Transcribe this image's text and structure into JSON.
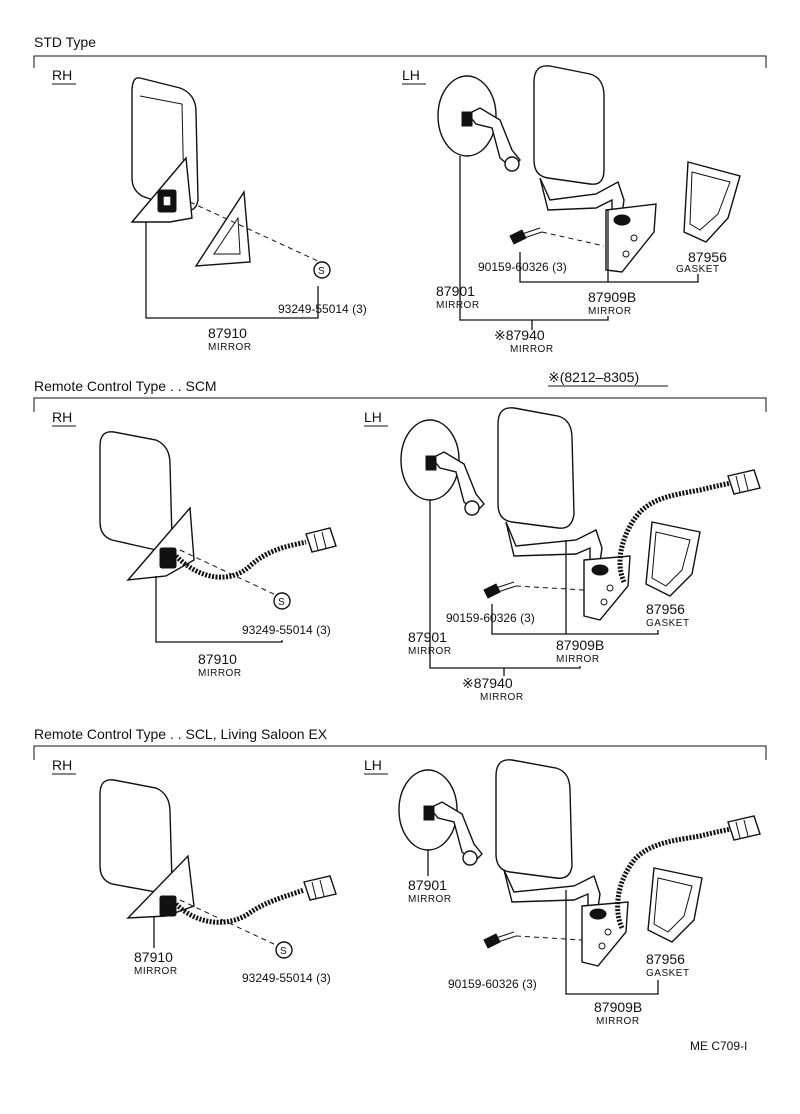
{
  "sections": [
    {
      "title": "STD  Type",
      "rh_label": "RH",
      "lh_label": "LH",
      "rh_mirror_pn": "87910",
      "rh_mirror_name": "MIRROR",
      "rh_screw": "93249-55014 (3)",
      "lh_mirror_pn": "87901",
      "lh_mirror_name": "MIRROR",
      "lh_bolt": "90159-60326 (3)",
      "lh_assy_pn": "87909B",
      "lh_assy_name": "MIRROR",
      "lh_gasket_pn": "87956",
      "lh_gasket_name": "GASKET",
      "lh_total_pn": "※87940",
      "lh_total_name": "MIRROR"
    },
    {
      "title": "Remote Control Type . . SCM",
      "date_range": "※(8212–8305)",
      "rh_label": "RH",
      "lh_label": "LH",
      "rh_mirror_pn": "87910",
      "rh_mirror_name": "MIRROR",
      "rh_screw": "93249-55014 (3)",
      "lh_mirror_pn": "87901",
      "lh_mirror_name": "MIRROR",
      "lh_bolt": "90159-60326 (3)",
      "lh_assy_pn": "87909B",
      "lh_assy_name": "MIRROR",
      "lh_gasket_pn": "87956",
      "lh_gasket_name": "GASKET",
      "lh_total_pn": "※87940",
      "lh_total_name": "MIRROR"
    },
    {
      "title": "Remote Control Type . . SCL, Living Saloon EX",
      "rh_label": "RH",
      "lh_label": "LH",
      "rh_mirror_pn": "87910",
      "rh_mirror_name": "MIRROR",
      "rh_screw": "93249-55014 (3)",
      "lh_mirror_pn": "87901",
      "lh_mirror_name": "MIRROR",
      "lh_bolt": "90159-60326 (3)",
      "lh_assy_pn": "87909B",
      "lh_assy_name": "MIRROR",
      "lh_gasket_pn": "87956",
      "lh_gasket_name": "GASKET"
    }
  ],
  "screw_symbol": "S",
  "page_code": "ME  C709-I"
}
